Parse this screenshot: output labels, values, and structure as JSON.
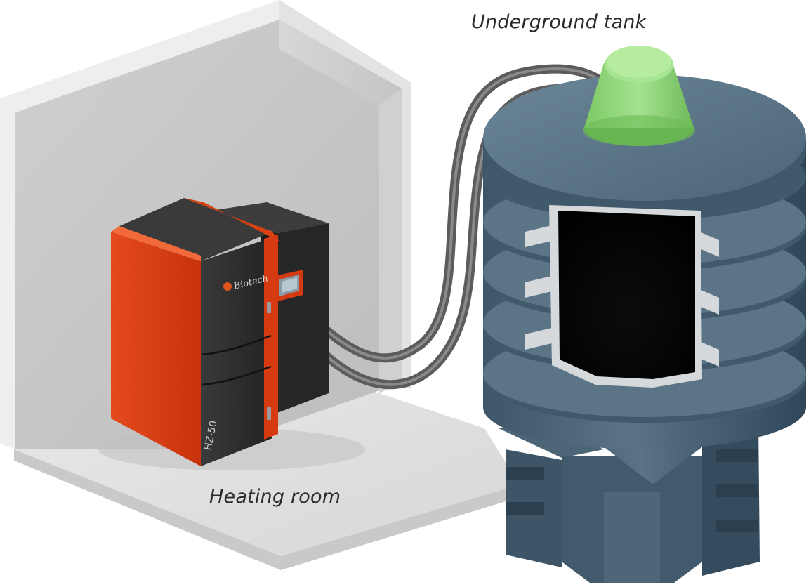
{
  "labels": {
    "tank": "Underground tank",
    "room": "Heating room"
  },
  "boiler": {
    "brand": "Biotech",
    "model": "HZ-50"
  },
  "colors": {
    "wall_light": "#e6e6e6",
    "wall_shadow": "#b9b9b9",
    "floor": "#dedede",
    "boiler_orange": "#d93a12",
    "boiler_black": "#2c2c2c",
    "tank_steel": "#4e6677",
    "tank_steel_dark": "#34495a",
    "tank_lid_green": "#8fd77a",
    "hose_gray": "#6e6e6e"
  },
  "icons": [
    "boiler-logo-icon",
    "control-display-icon"
  ]
}
